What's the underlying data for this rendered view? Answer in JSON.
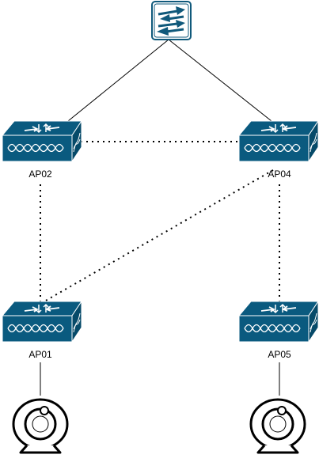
{
  "diagram": {
    "nodes": [
      {
        "id": "top-switch",
        "type": "switch",
        "label": ""
      },
      {
        "id": "ap02",
        "type": "access-point",
        "label": "AP02"
      },
      {
        "id": "ap04",
        "type": "access-point",
        "label": "AP04"
      },
      {
        "id": "ap01",
        "type": "access-point",
        "label": "AP01"
      },
      {
        "id": "ap05",
        "type": "access-point",
        "label": "AP05"
      },
      {
        "id": "cam1",
        "type": "webcam",
        "label": ""
      },
      {
        "id": "cam2",
        "type": "webcam",
        "label": ""
      }
    ],
    "edges": [
      {
        "from": "top-switch",
        "to": "ap02",
        "style": "solid"
      },
      {
        "from": "top-switch",
        "to": "ap04",
        "style": "solid"
      },
      {
        "from": "ap02",
        "to": "ap04",
        "style": "dotted"
      },
      {
        "from": "ap02",
        "to": "ap01",
        "style": "dotted"
      },
      {
        "from": "ap04",
        "to": "ap01",
        "style": "dotted"
      },
      {
        "from": "ap04",
        "to": "ap05",
        "style": "dotted"
      },
      {
        "from": "ap01",
        "to": "cam1",
        "style": "solid"
      },
      {
        "from": "ap05",
        "to": "cam2",
        "style": "solid"
      }
    ],
    "colors": {
      "device_fill": "#0a5a7f",
      "device_dark": "#064a69",
      "stroke": "#000000"
    }
  }
}
